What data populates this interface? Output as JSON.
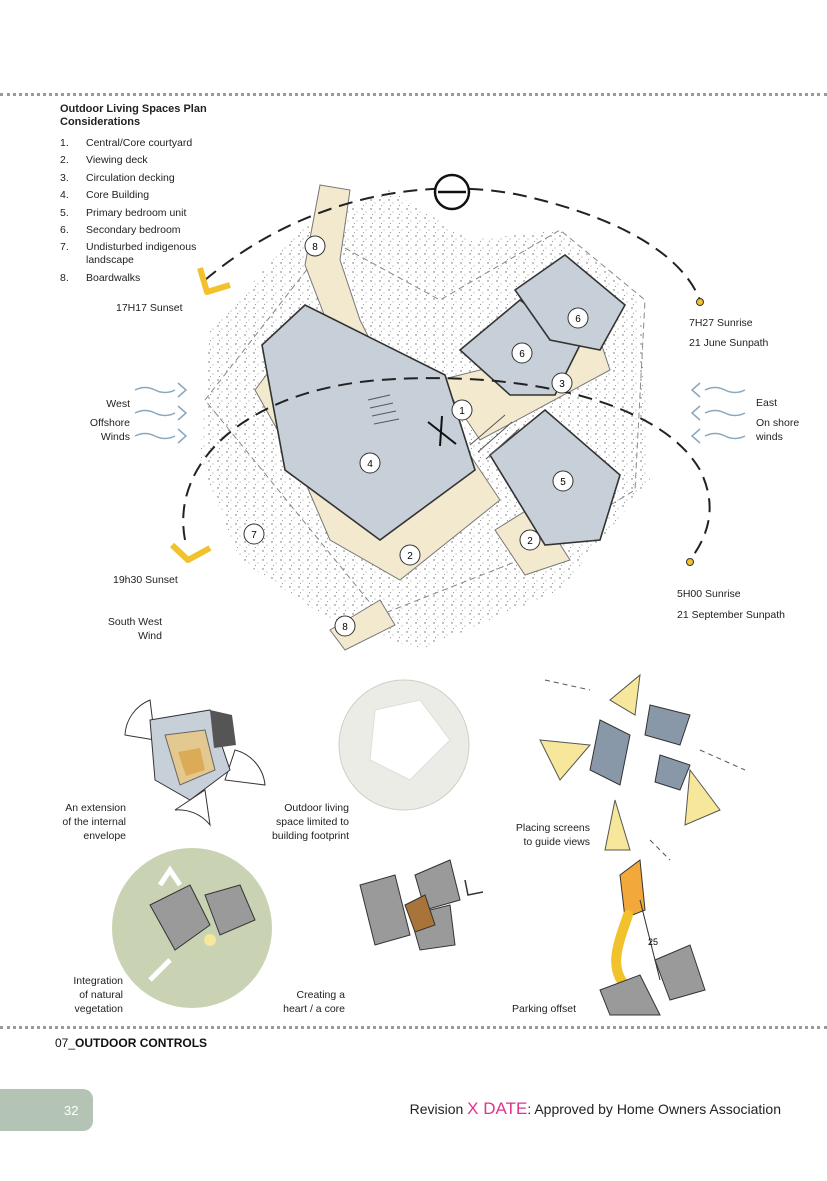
{
  "legend": {
    "title_line1": "Outdoor Living Spaces Plan",
    "title_line2": "Considerations",
    "items": [
      {
        "num": "1.",
        "text": "Central/Core courtyard"
      },
      {
        "num": "2.",
        "text": "Viewing deck"
      },
      {
        "num": "3.",
        "text": "Circulation decking"
      },
      {
        "num": "4.",
        "text": "Core Building"
      },
      {
        "num": "5.",
        "text": "Primary bedroom unit"
      },
      {
        "num": "6.",
        "text": "Secondary bedroom"
      },
      {
        "num": "7.",
        "text": "Undisturbed indigenous landscape"
      },
      {
        "num": "8.",
        "text": "Boardwalks"
      }
    ]
  },
  "plan": {
    "sunset_winter": "17H17 Sunset",
    "sunset_summer": "19h30 Sunset",
    "sunrise_winter_time": "7H27 Sunrise",
    "sunrise_winter_path": "21 June Sunpath",
    "sunrise_spring_time": "5H00 Sunrise",
    "sunrise_spring_path": "21 September Sunpath",
    "west_label": "West",
    "offshore_line1": "Offshore",
    "offshore_line2": "Winds",
    "east_label": "East",
    "onshore_line1": "On shore",
    "onshore_line2": "winds",
    "south_west_line1": "South West",
    "south_west_line2": "Wind",
    "markers": [
      {
        "id": "1"
      },
      {
        "id": "2"
      },
      {
        "id": "2"
      },
      {
        "id": "3"
      },
      {
        "id": "4"
      },
      {
        "id": "5"
      },
      {
        "id": "6"
      },
      {
        "id": "6"
      },
      {
        "id": "7"
      },
      {
        "id": "8"
      },
      {
        "id": "8"
      }
    ]
  },
  "sketches": {
    "extension_line1": "An extension",
    "extension_line2": "of the internal",
    "extension_line3": "envelope",
    "footprint_line1": "Outdoor living",
    "footprint_line2": "space limited to",
    "footprint_line3": "building footprint",
    "screens_line1": "Placing screens",
    "screens_line2": "to guide views",
    "vegetation_line1": "Integration",
    "vegetation_line2": "of natural",
    "vegetation_line3": "vegetation",
    "heart_line1": "Creating a",
    "heart_line2": "heart / a core",
    "parking_label": "Parking offset",
    "parking_dim": "25"
  },
  "section_prefix": "07_",
  "section_title": "OUTDOOR CONTROLS",
  "page_number": "32",
  "footer": {
    "revision": "Revision ",
    "date": "X DATE",
    "approval": ": Approved by Home Owners Association"
  },
  "colors": {
    "building": "#c7d0d8",
    "deck": "#f3e9cf",
    "accent": "#e0338a",
    "tab": "#b3c4b5",
    "arrow_yellow": "#f2c22c",
    "wind_blue": "#8aa7bd"
  }
}
